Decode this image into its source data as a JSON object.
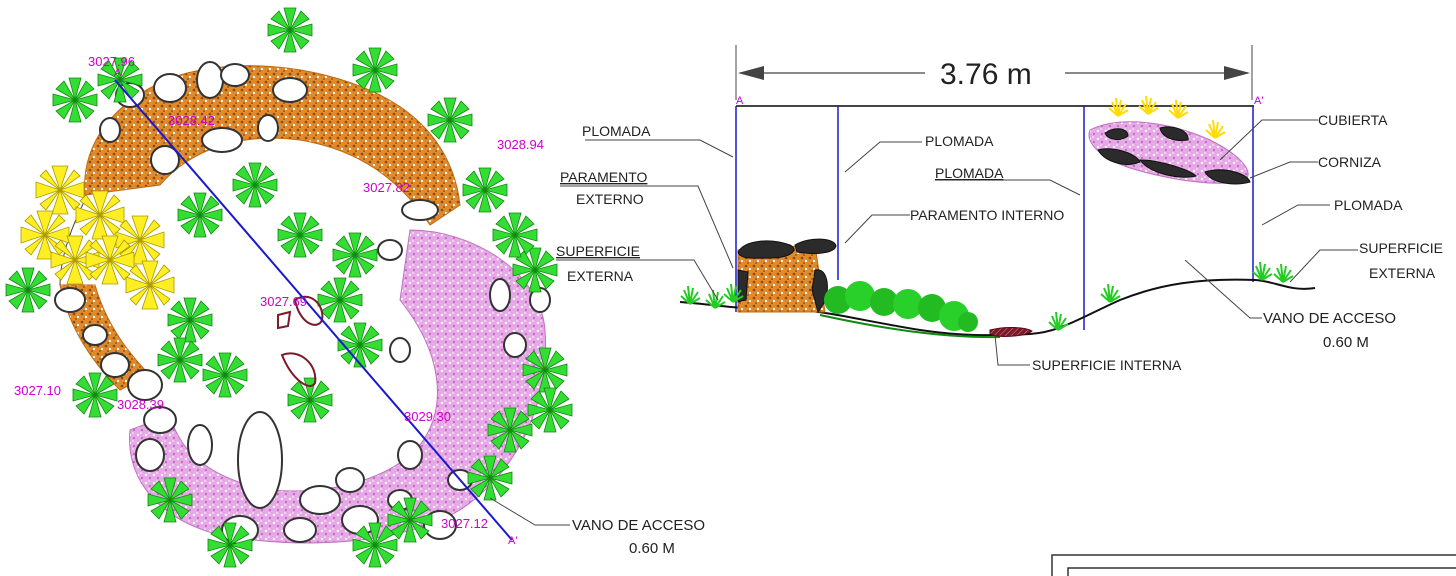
{
  "colors": {
    "orange_fill": "#d9822b",
    "pink_fill": "#e8a6e8",
    "green_plant": "#22cc22",
    "yellow_plant": "#ffee00",
    "section_line": "#1a1acc",
    "elevation_text": "#cc00cc",
    "dark_red_outline": "#7a1a2a"
  },
  "plan": {
    "elevations": [
      "3027.96",
      "3028.42",
      "3028.94",
      "3027.82",
      "3027.69",
      "3027.10",
      "3028.39",
      "3029.30",
      "3027.12"
    ],
    "section_start": "A",
    "section_end": "A'",
    "access": {
      "title": "VANO DE ACCESO",
      "width": "0.60 M"
    }
  },
  "section": {
    "dimension": "3.76 m",
    "start": "A",
    "end": "A'",
    "labels": {
      "plomada_1": "PLOMADA",
      "plomada_2": "PLOMADA",
      "plomada_3": "PLOMADA",
      "plomada_4": "PLOMADA",
      "paramento_externo_1": "PARAMENTO",
      "paramento_externo_2": "EXTERNO",
      "paramento_interno": "PARAMENTO INTERNO",
      "superficie_externa_left_1": "SUPERFICIE",
      "superficie_externa_left_2": "EXTERNA",
      "superficie_externa_right_1": "SUPERFICIE",
      "superficie_externa_right_2": "EXTERNA",
      "cubierta": "CUBIERTA",
      "cornisa": "CORNIZA",
      "superficie_interna": "SUPERFICIE INTERNA",
      "vano_1": "VANO DE ACCESO",
      "vano_2": "0.60 M"
    }
  }
}
